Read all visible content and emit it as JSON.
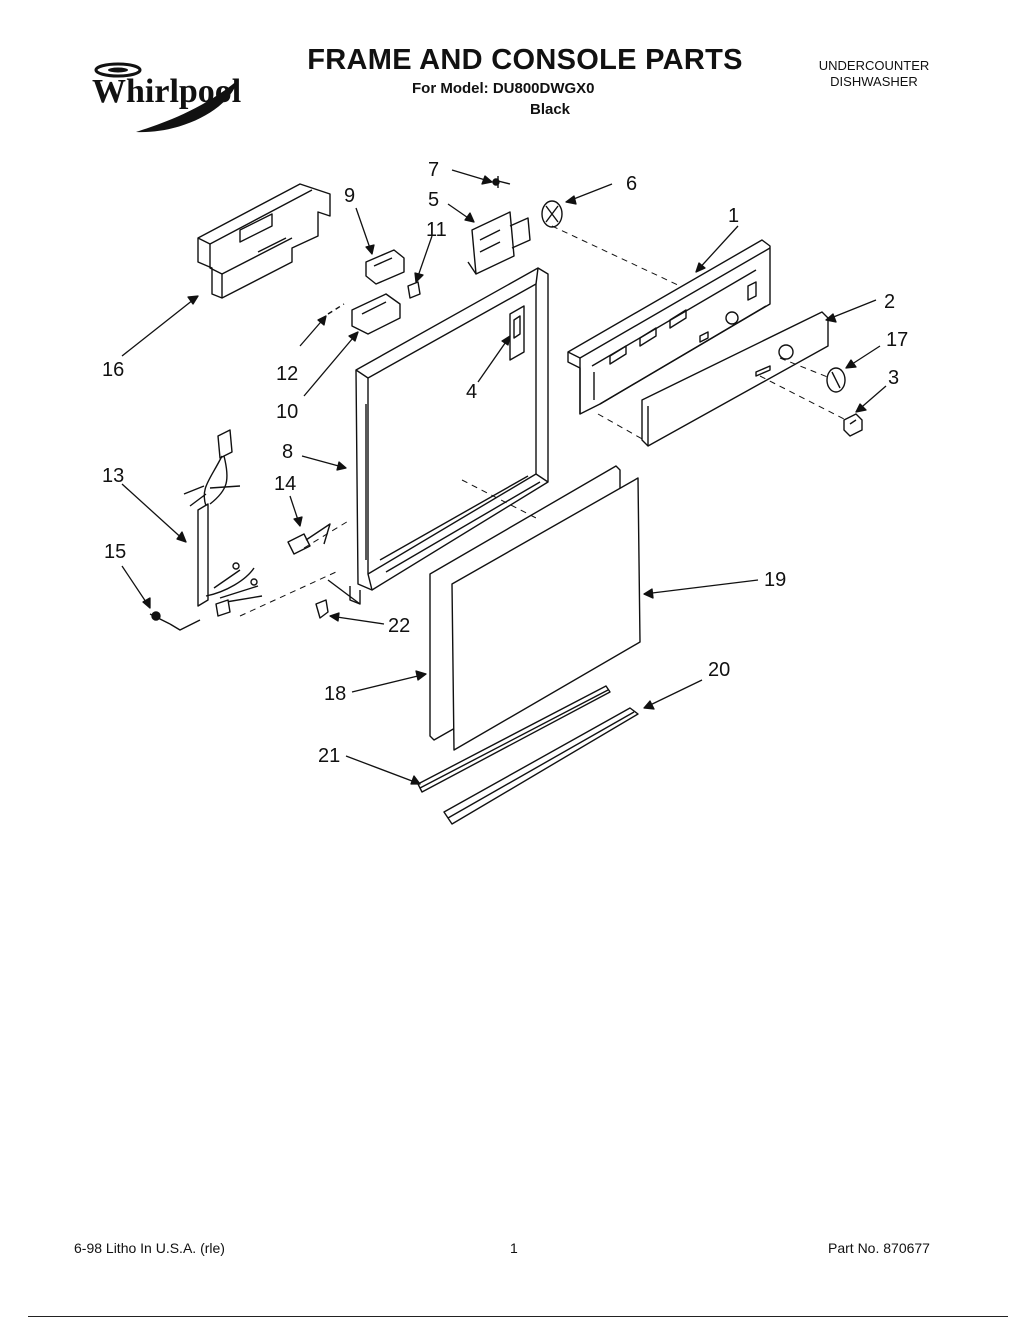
{
  "header": {
    "brand": "Whirlpool",
    "title": "FRAME AND CONSOLE PARTS",
    "model_line": "For Model: DU800DWGX0",
    "color_line": "Black",
    "appliance_line1": "UNDERCOUNTER",
    "appliance_line2": "DISHWASHER"
  },
  "footer": {
    "left": "6-98 Litho In U.S.A. (rle)",
    "page": "1",
    "part_no": "Part No. 870677"
  },
  "callouts": {
    "c1": "1",
    "c2": "2",
    "c3": "3",
    "c4": "4",
    "c5": "5",
    "c6": "6",
    "c7": "7",
    "c8": "8",
    "c9": "9",
    "c10": "10",
    "c11": "11",
    "c12": "12",
    "c13": "13",
    "c14": "14",
    "c15": "15",
    "c16": "16",
    "c17": "17",
    "c18": "18",
    "c19": "19",
    "c20": "20",
    "c21": "21",
    "c22": "22"
  }
}
